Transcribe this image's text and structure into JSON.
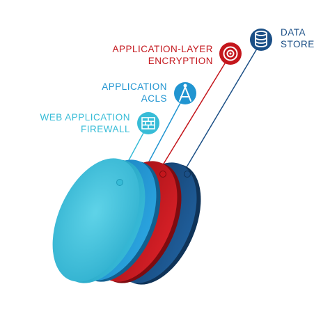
{
  "colors": {
    "data_store": "#1b4f86",
    "encryption": "#c4161c",
    "acls": "#2195d1",
    "firewall": "#37bcd7"
  },
  "layers": [
    {
      "key": "data_store",
      "label_line1": "DATA",
      "label_line2": "STORE",
      "icon": "database-icon"
    },
    {
      "key": "encryption",
      "label_line1": "APPLICATION-LAYER",
      "label_line2": "ENCRYPTION",
      "icon": "encryption-target-icon"
    },
    {
      "key": "acls",
      "label_line1": "APPLICATION",
      "label_line2": "ACLS",
      "icon": "compass-icon"
    },
    {
      "key": "firewall",
      "label_line1": "WEB APPLICATION",
      "label_line2": "FIREWALL",
      "icon": "brick-wall-icon"
    }
  ]
}
